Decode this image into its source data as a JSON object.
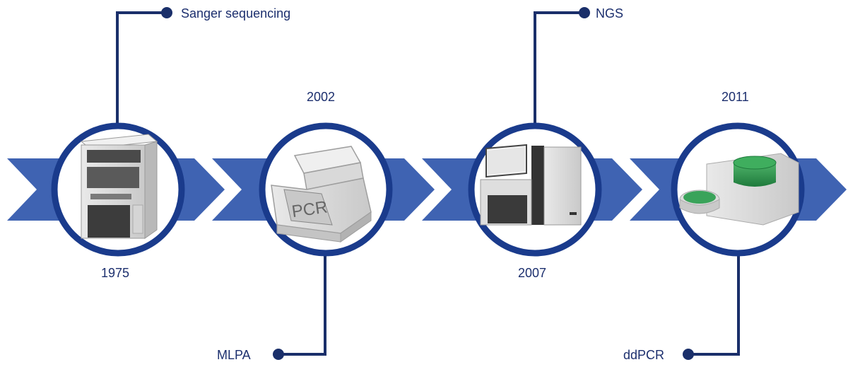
{
  "timeline": {
    "colors": {
      "arrow": "#3f63b2",
      "ring": "#1a3b8c",
      "connector": "#1a2f6a",
      "text": "#1c2f6e"
    },
    "milestones": [
      {
        "year": "1975",
        "technology": "Sanger sequencing",
        "device_icon": "sequencer-icon"
      },
      {
        "year": "2002",
        "technology": "MLPA",
        "device_icon": "pcr-thermocycler-icon",
        "device_text": "PCR"
      },
      {
        "year": "2007",
        "technology": "NGS",
        "device_icon": "ngs-sequencer-icon"
      },
      {
        "year": "2011",
        "technology": "ddPCR",
        "device_icon": "droplet-digital-pcr-icon"
      }
    ]
  }
}
